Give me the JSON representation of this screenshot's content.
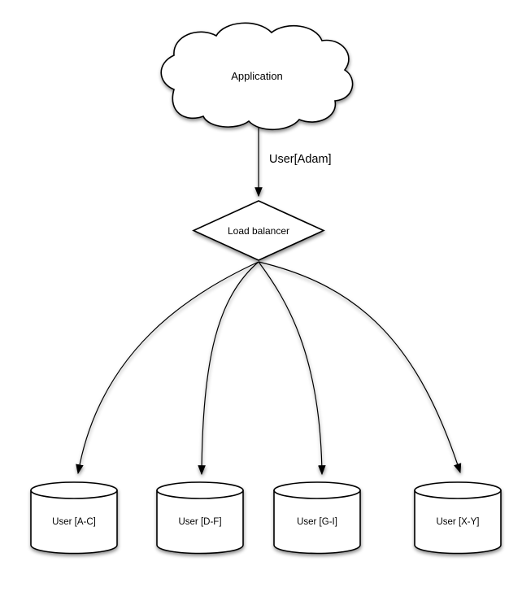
{
  "diagram": {
    "background_color": "#ffffff",
    "stroke_color": "#000000",
    "node_fill_color": "#ffffff",
    "application": {
      "shape": "cloud",
      "label": "Application"
    },
    "request_edge": {
      "label": "User[Adam]"
    },
    "load_balancer": {
      "shape": "diamond",
      "label": "Load balancer"
    },
    "shards": [
      {
        "shape": "cylinder",
        "label": "User [A-C]"
      },
      {
        "shape": "cylinder",
        "label": "User [D-F]"
      },
      {
        "shape": "cylinder",
        "label": "User [G-I]"
      },
      {
        "shape": "cylinder",
        "label": "User [X-Y]"
      }
    ]
  }
}
